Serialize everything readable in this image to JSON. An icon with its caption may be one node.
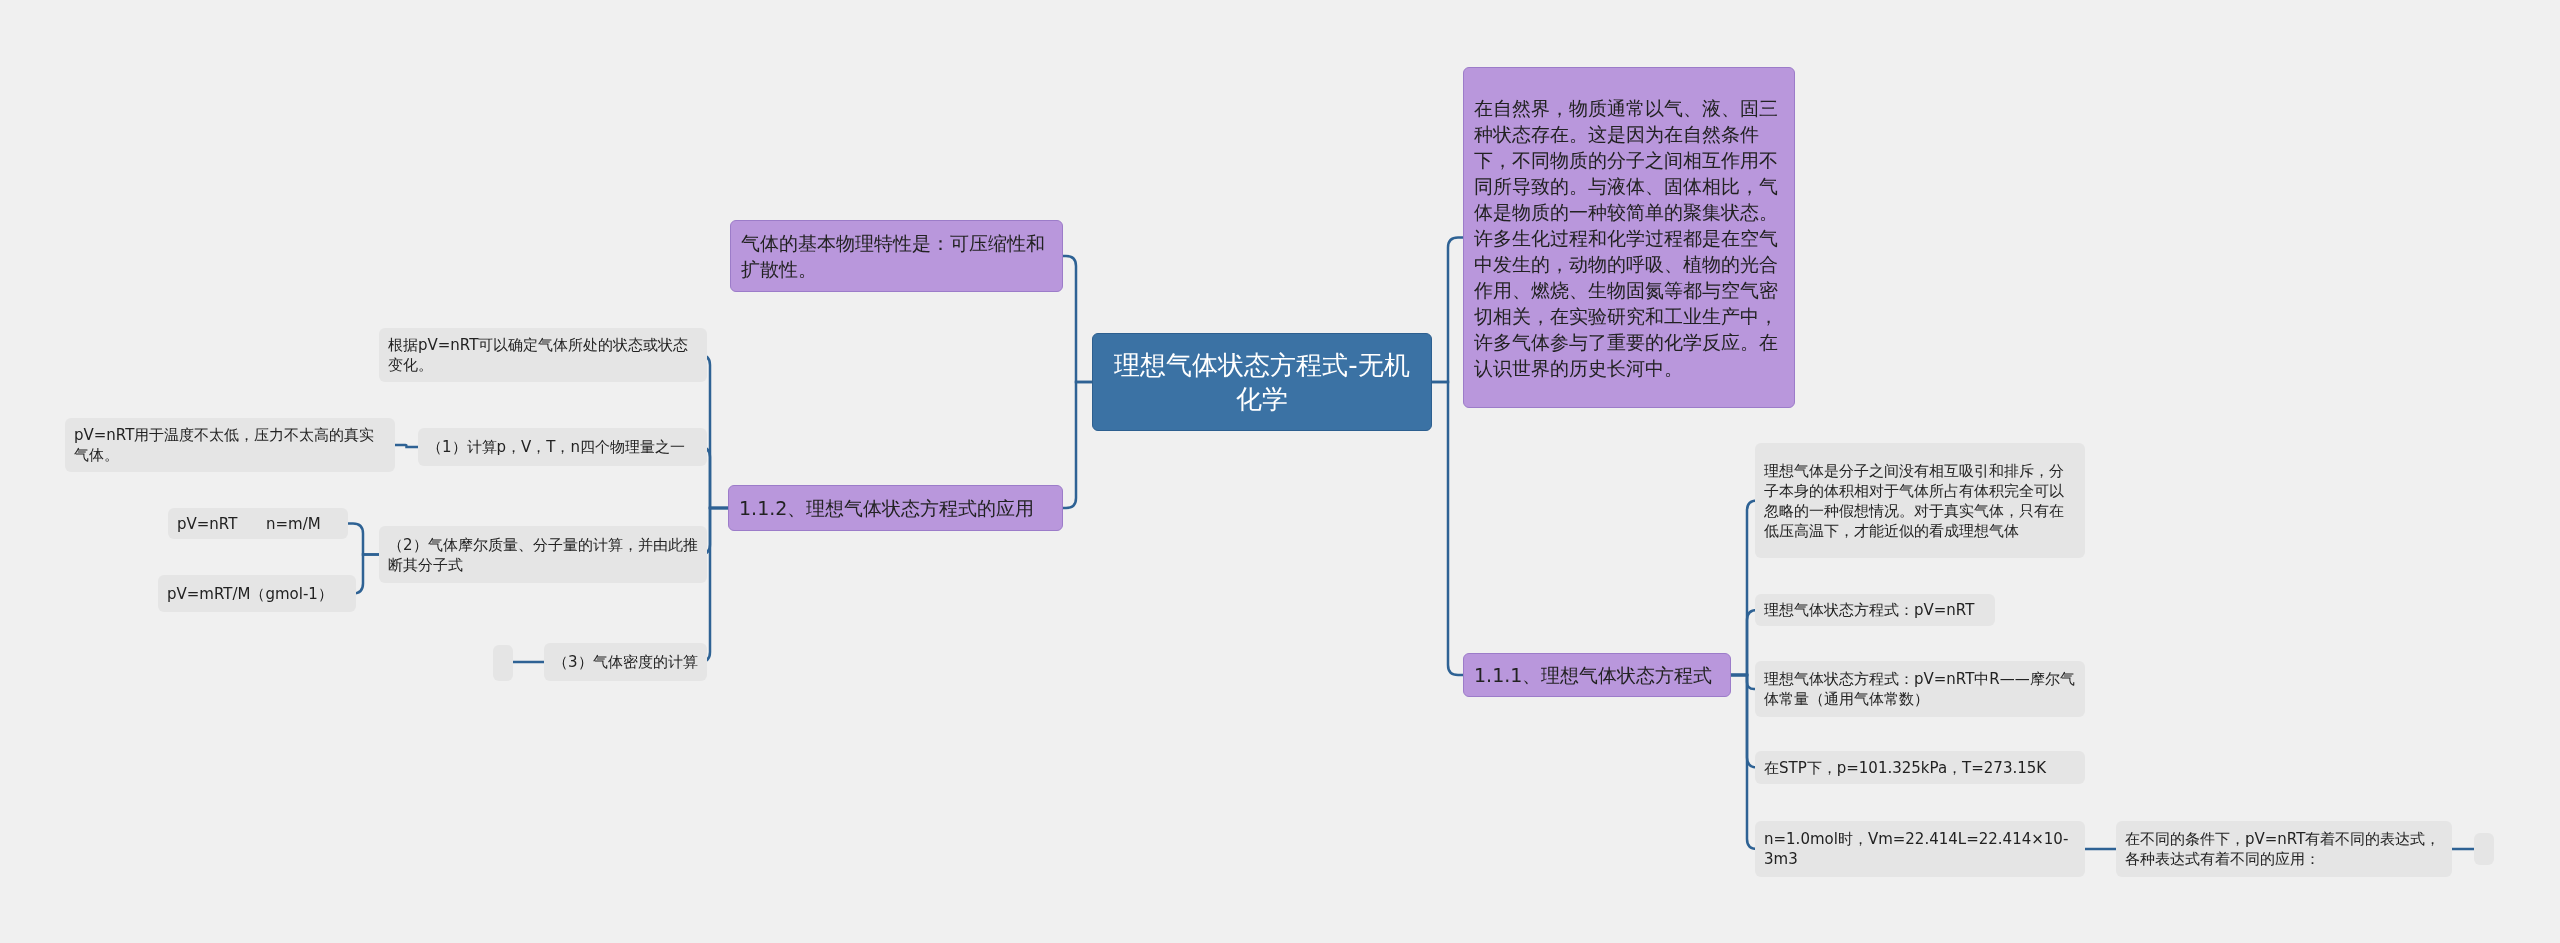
{
  "diagram": {
    "nodes": [
      {
        "text": [
          "理想气体状态方程式-无机化学"
        ]
      },
      {
        "text": [
          "在自然界，物质通常以气、液、固三种状态存在。这是因为在自然条件下，不同物质的分子之间相互作用不同所导致的。与液体、固体相比，气体是物质的一种较简单的聚集状态。许多生化过程和化学过程都是在空气中发生的，动物的呼吸、植物的光合作用、燃烧、生物固氮等都与空气密切相关，在实验研究和工业生产中，许多气体参与了重要的化学反应。在认识世界的历史长河中。"
        ]
      },
      {
        "text": [
          "1.1.1、理想气体状态方程式"
        ]
      },
      {
        "text": [
          "理想气体是分子之间没有相互吸引和排斥，分子本身的体积相对于气体所占有体积完全可以忽略的一种假想情况。对于真实气体，只有在低压高温下，才能近似的看成理想气体"
        ]
      },
      {
        "text": [
          "理想气体状态方程式：pV=nRT"
        ]
      },
      {
        "text": [
          "理想气体状态方程式：pV=nRT中R——摩尔气体常量（通用气体常数）"
        ]
      },
      {
        "text": [
          "在STP下，p=101.325kPa，T=273.15K"
        ]
      },
      {
        "text": [
          "n=1.0mol时，Vm=22.414L=22.414×10-3m3"
        ]
      },
      {
        "text": [
          "在不同的条件下，pV=nRT有着不同的表达式，各种表达式有着不同的应用："
        ]
      },
      {
        "text": [],
        "shape": "box"
      },
      {
        "text": [
          "气体的基本物理特性是：可压缩性和扩散性。"
        ]
      },
      {
        "text": [
          "1.1.2、理想气体状态方程式的应用"
        ]
      },
      {
        "text": [
          "根据pV=nRT可以确定气体所处的状态或状态变化。"
        ]
      },
      {
        "text": [
          "（1）计算p，V，T，n四个物理量之一"
        ]
      },
      {
        "text": [
          "pV=nRT用于温度不太低，压力不太高的真实气体。"
        ]
      },
      {
        "text": [
          "（2）气体摩尔质量、分子量的计算，并由此推断其分子式"
        ]
      },
      {
        "text": [
          "pV=nRT      n=m/M"
        ]
      },
      {
        "text": [
          "pV=mRT/M（gmol-1）"
        ]
      },
      {
        "text": [
          "（3）气体密度的计算"
        ]
      },
      {
        "text": [],
        "shape": "box"
      }
    ],
    "edges": [
      {
        "from": 0,
        "to": 1,
        "arrow": "none"
      },
      {
        "from": 0,
        "to": 2,
        "arrow": "none"
      },
      {
        "from": 2,
        "to": 3,
        "arrow": "none"
      },
      {
        "from": 2,
        "to": 4,
        "arrow": "none"
      },
      {
        "from": 2,
        "to": 5,
        "arrow": "none"
      },
      {
        "from": 2,
        "to": 6,
        "arrow": "none"
      },
      {
        "from": 2,
        "to": 7,
        "arrow": "none"
      },
      {
        "from": 7,
        "to": 8,
        "arrow": "none"
      },
      {
        "from": 8,
        "to": 9,
        "arrow": "none"
      },
      {
        "from": 0,
        "to": 10,
        "arrow": "none"
      },
      {
        "from": 0,
        "to": 11,
        "arrow": "none"
      },
      {
        "from": 11,
        "to": 12,
        "arrow": "none"
      },
      {
        "from": 11,
        "to": 13,
        "arrow": "none"
      },
      {
        "from": 13,
        "to": 14,
        "arrow": "none"
      },
      {
        "from": 11,
        "to": 15,
        "arrow": "none"
      },
      {
        "from": 15,
        "to": 16,
        "arrow": "none"
      },
      {
        "from": 15,
        "to": 17,
        "arrow": "none"
      },
      {
        "from": 11,
        "to": 18,
        "arrow": "none"
      },
      {
        "from": 18,
        "to": 19,
        "arrow": "none"
      }
    ]
  }
}
